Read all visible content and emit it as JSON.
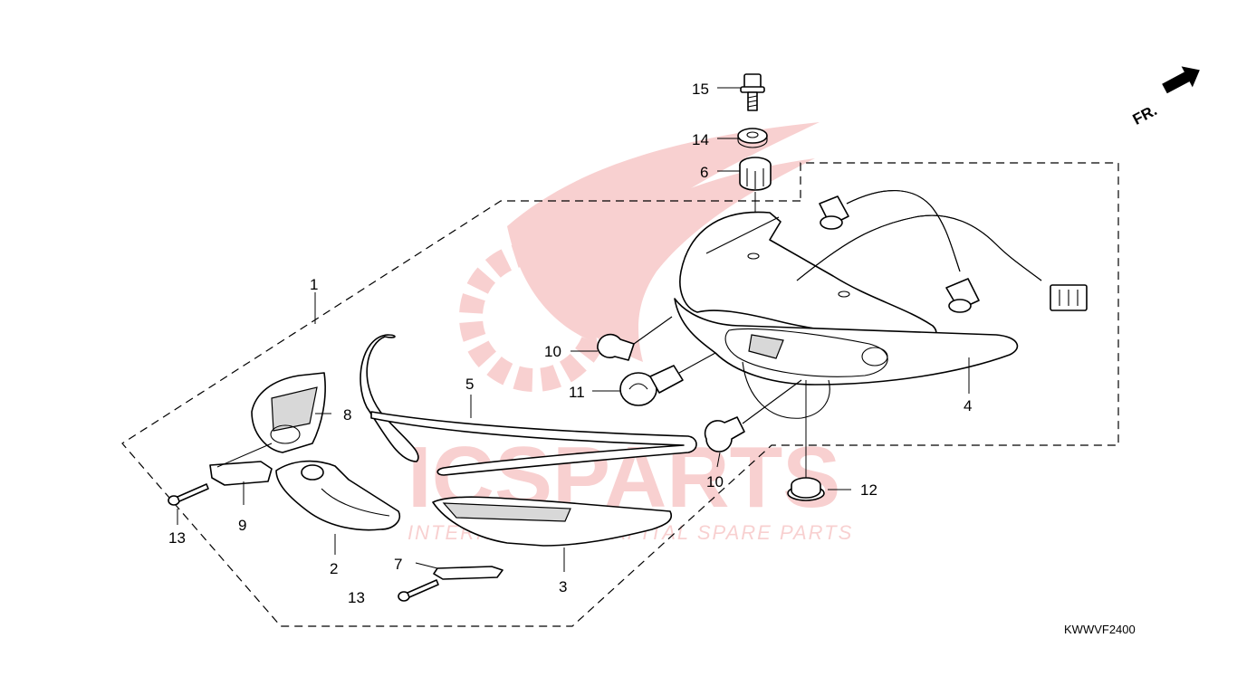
{
  "diagram_code": "KWWVF2400",
  "direction_indicator": {
    "label": "FR.",
    "icon": "arrow-icon"
  },
  "watermark": {
    "brand": "ICSPARTS",
    "tagline": "INTERNATIONAL CAPITAL SPARE PARTS"
  },
  "callouts": {
    "c1": "1",
    "c2": "2",
    "c3": "3",
    "c4": "4",
    "c5": "5",
    "c6": "6",
    "c7": "7",
    "c8": "8",
    "c9": "9",
    "c10a": "10",
    "c10b": "10",
    "c11": "11",
    "c12": "12",
    "c13a": "13",
    "c13b": "13",
    "c14": "14",
    "c15": "15"
  }
}
